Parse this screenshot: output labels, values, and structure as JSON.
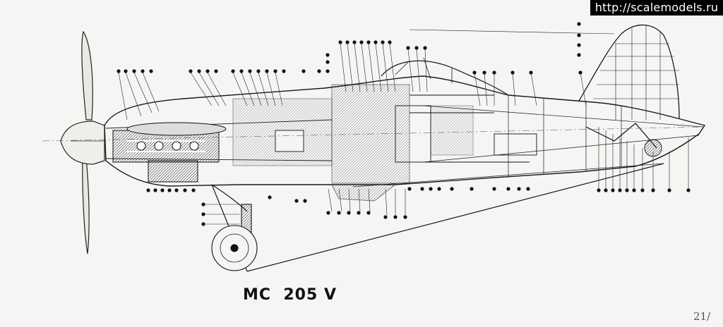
{
  "watermark": "http://scalemodels.ru",
  "title": "MC  205 V",
  "corner_mark": "21/"
}
